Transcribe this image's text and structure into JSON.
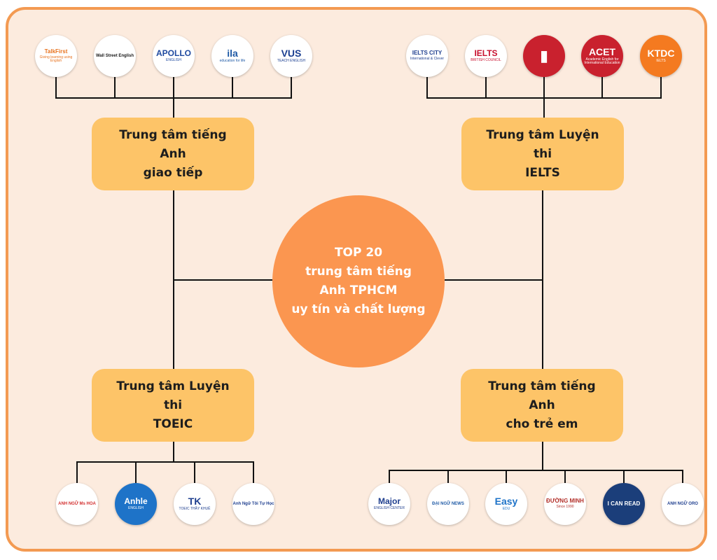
{
  "center": {
    "lines": [
      "TOP 20",
      "trung tâm tiếng",
      "Anh TPHCM",
      "uy tín và chất lượng"
    ]
  },
  "categories": {
    "communication": {
      "lines": [
        "Trung tâm tiếng Anh",
        "giao tiếp"
      ]
    },
    "ielts": {
      "lines": [
        "Trung tâm Luyện thi",
        "IELTS"
      ]
    },
    "toeic": {
      "lines": [
        "Trung tâm Luyện thi",
        "TOEIC"
      ]
    },
    "kids": {
      "lines": [
        "Trung tâm tiếng Anh",
        "cho trẻ em"
      ]
    }
  },
  "logos": {
    "communication": [
      {
        "icon": "talkfirst-logo-icon",
        "main": "TalkFirst",
        "sub": "Giving learning using English",
        "color": "#e8731f"
      },
      {
        "icon": "wall-street-english-logo-icon",
        "main": "Wall Street English",
        "sub": "",
        "color": "#1b1b1b"
      },
      {
        "icon": "apollo-english-logo-icon",
        "main": "APOLLO",
        "sub": "ENGLISH",
        "color": "#1f4aa0"
      },
      {
        "icon": "ila-logo-icon",
        "main": "ila",
        "sub": "education for life",
        "color": "#1f5aa6"
      },
      {
        "icon": "vus-logo-icon",
        "main": "VUS",
        "sub": "TEACH ENGLISH",
        "color": "#1b3f91"
      }
    ],
    "ielts": [
      {
        "icon": "ielts-city-logo-icon",
        "main": "IELTS CITY",
        "sub": "International & Clever",
        "color": "#1f3f8f"
      },
      {
        "icon": "british-council-logo-icon",
        "main": "IELTS",
        "sub": "BRITISH COUNCIL",
        "color": "#c8102e"
      },
      {
        "icon": "book-logo-icon",
        "main": "",
        "sub": "",
        "color": "#ffffff"
      },
      {
        "icon": "acet-logo-icon",
        "main": "ACET",
        "sub": "Academic English for International Education",
        "color": "#ffffff"
      },
      {
        "icon": "ktdc-ielts-logo-icon",
        "main": "KTDC",
        "sub": "IELTS",
        "color": "#ffffff"
      }
    ],
    "toeic": [
      {
        "icon": "anh-ngu-ms-hoa-logo-icon",
        "main": "ANH NGỮ Ms HOA",
        "sub": "",
        "color": "#d32f2f"
      },
      {
        "icon": "anhle-english-logo-icon",
        "main": "Anhle",
        "sub": "ENGLISH",
        "color": "#ffffff"
      },
      {
        "icon": "toeic-thay-khue-logo-icon",
        "main": "TK",
        "sub": "TOEIC THẦY KHUÊ",
        "color": "#1f3f8f"
      },
      {
        "icon": "anh-ngu-toi-tu-hoc-logo-icon",
        "main": "Anh Ngữ Tôi Tự Học",
        "sub": "",
        "color": "#1f3f8f"
      }
    ],
    "kids": [
      {
        "icon": "major-english-center-logo-icon",
        "main": "Major",
        "sub": "ENGLISH CENTER",
        "color": "#1f3f8f"
      },
      {
        "icon": "dai-ngu-news-logo-icon",
        "main": "ĐẠI NGỮ NEWS",
        "sub": "",
        "color": "#1f5aa6"
      },
      {
        "icon": "easy-edu-logo-icon",
        "main": "Easy",
        "sub": "EDU",
        "color": "#1e73c8"
      },
      {
        "icon": "duong-minh-logo-icon",
        "main": "ĐƯỜNG MINH",
        "sub": "Since 1990",
        "color": "#b3312b"
      },
      {
        "icon": "i-can-read-logo-icon",
        "main": "I CAN READ",
        "sub": "",
        "color": "#ffffff"
      },
      {
        "icon": "anh-ngu-oro-logo-icon",
        "main": "ANH NGỮ ORO",
        "sub": "",
        "color": "#1f3f8f"
      }
    ]
  },
  "colors": {
    "frame": "#f39a52",
    "background": "#fcebde",
    "box": "#fdc468",
    "center": "#fb9650",
    "line": "#111111"
  }
}
